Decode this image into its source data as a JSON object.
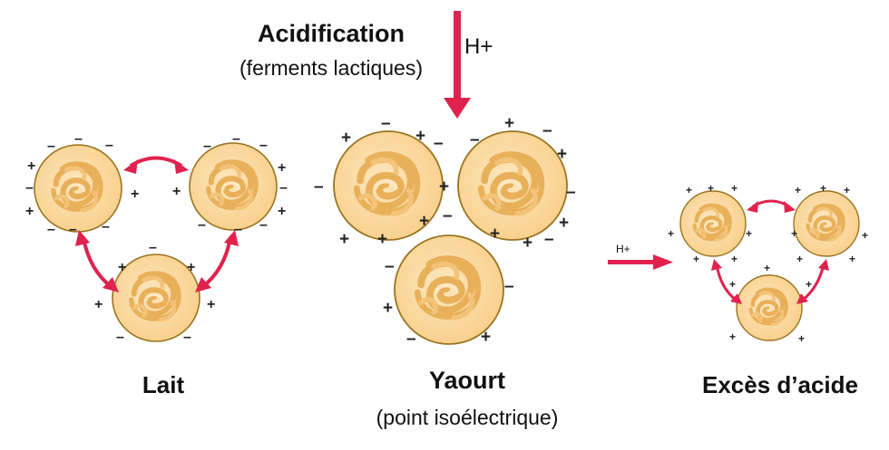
{
  "labels": {
    "acidification": "Acidification",
    "ferments": "(ferments lactiques)",
    "h_plus": "H+",
    "lait": "Lait",
    "yaourt": "Yaourt",
    "point_iso": "(point isoélectrique)",
    "exces": "Excès d’acide",
    "h_plus_small": "H+"
  },
  "colors": {
    "micelle_fill": "#fbd9a1",
    "micelle_edge": "#9a7420",
    "coil": "#e9b05a",
    "coil_light": "#ffe7c2",
    "arrow": "#e0224e"
  }
}
